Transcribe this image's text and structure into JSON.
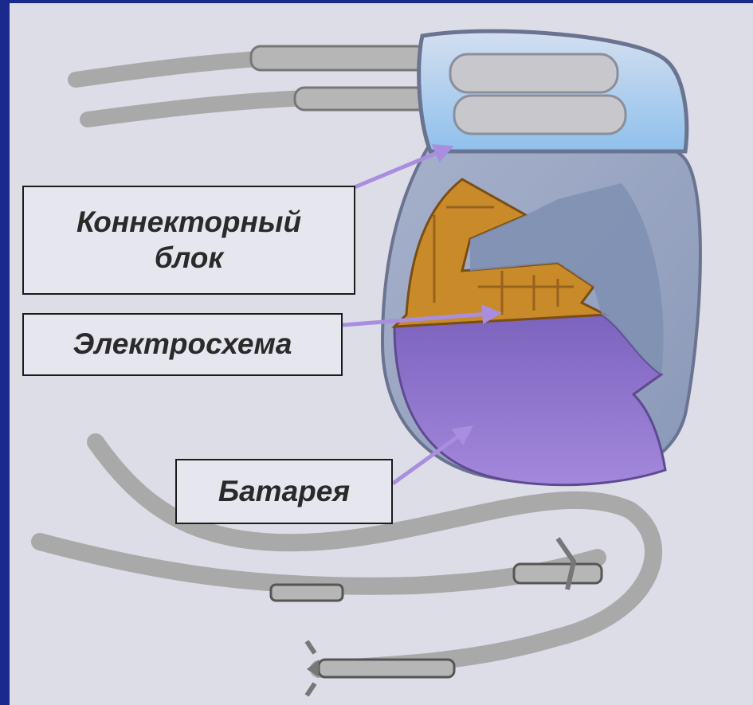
{
  "labels": {
    "connector_line1": "Коннекторный",
    "connector_line2": "блок",
    "circuit": "Электросхема",
    "battery": "Батарея"
  },
  "colors": {
    "slide_background": "#1a2a8c",
    "canvas": "#dcdde6",
    "arrow": "#a98ee0",
    "battery": "#8a6cc2",
    "circuit": "#c98a2a",
    "connector_block": "#b9d3ee",
    "lead": "#a9a9a9"
  }
}
